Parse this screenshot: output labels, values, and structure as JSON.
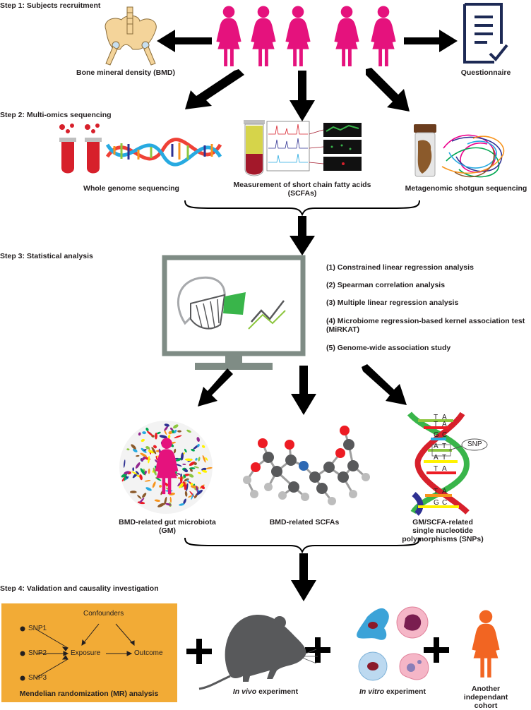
{
  "steps": {
    "step1": "Step 1: Subjects recruitment",
    "step2": "Step 2: Multi-omics sequencing",
    "step3": "Step 3: Statistical analysis",
    "step4": "Step 4: Validation and causality investigation"
  },
  "step1": {
    "bmd_label": "Bone mineral density (BMD)",
    "questionnaire_label": "Questionnaire"
  },
  "step2": {
    "wgs_label": "Whole genome sequencing",
    "scfa_label": "Measurement of short chain fatty acids\n(SCFAs)",
    "meta_label": "Metagenomic shotgun sequencing"
  },
  "step3": {
    "analyses": [
      "(1) Constrained linear regression analysis",
      "(2) Spearman correlation analysis",
      "(3) Multiple linear regression analysis",
      "(4) Microbiome regression-based kernel association test\n(MiRKAT)",
      "(5) Genome-wide association study"
    ],
    "results": {
      "gm": "BMD-related gut microbiota\n(GM)",
      "scfa": "BMD-related SCFAs",
      "snp": "GM/SCFA-related\nsingle nucleotide polymorphisms (SNPs)"
    },
    "snp_callout": "SNP",
    "dna_letters_left": [
      "T",
      "T",
      "G",
      "A",
      "A",
      "T",
      "T",
      "G"
    ],
    "dna_letters_right": [
      "A",
      "A",
      "C",
      "T",
      "T",
      "A",
      "A",
      "C"
    ]
  },
  "step4": {
    "mr": {
      "confounders": "Confounders",
      "exposure": "Exposure",
      "outcome": "Outcome",
      "snps": [
        "SNP1",
        "SNP2",
        "SNP3"
      ],
      "label": "Mendelian randomization (MR) analysis"
    },
    "invivo_label_italic": "In vivo",
    "invivo_label_rest": " experiment",
    "invitro_label_italic": "In vitro",
    "invitro_label_rest": " experiment",
    "cohort_label": "Another\nindependant cohort"
  },
  "colors": {
    "women": "#e5127d",
    "orange_woman": "#f26522",
    "arrow": "#000000",
    "mr_box": "#f2ab36",
    "monitor": "#7f8c85",
    "navy": "#1d2a55",
    "dna_green": "#39b54a",
    "dna_red": "#d7202b"
  }
}
